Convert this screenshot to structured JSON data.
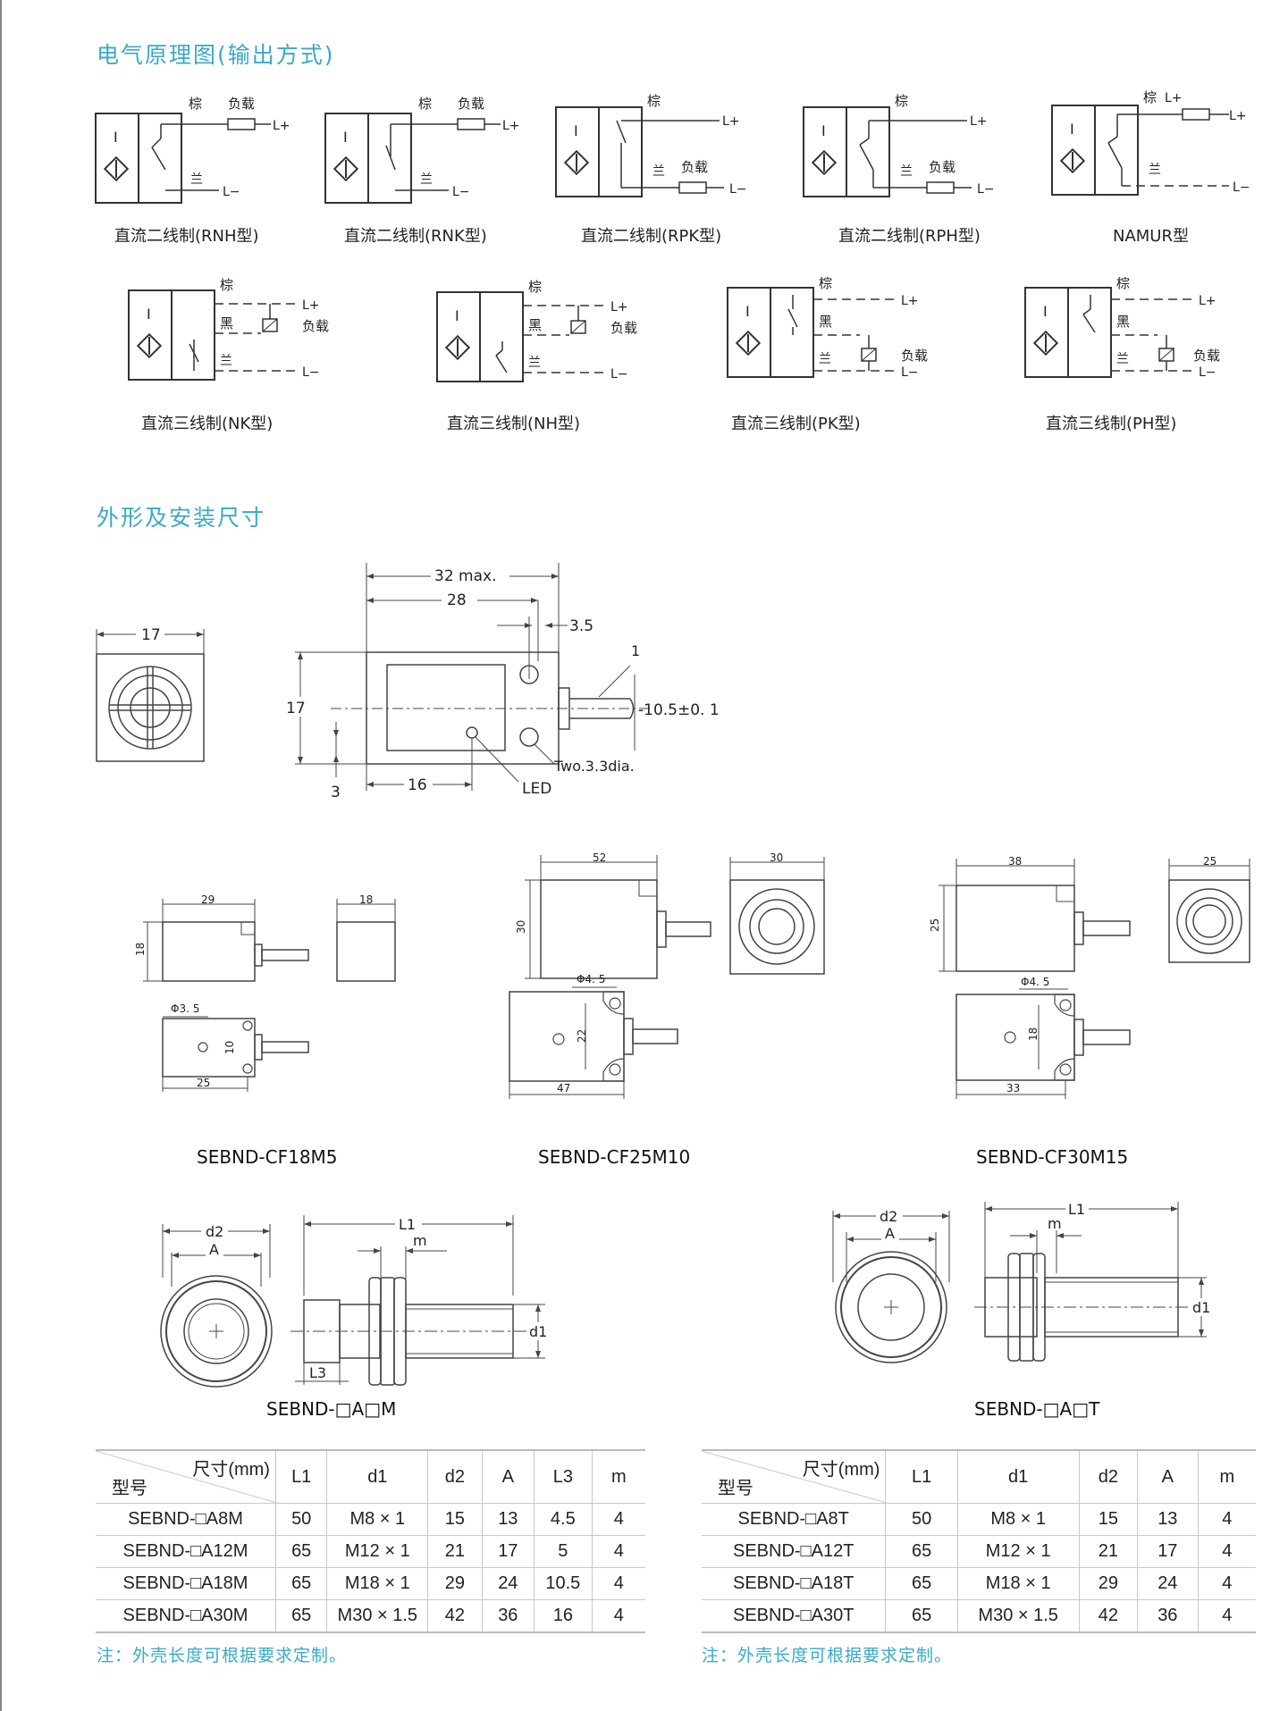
{
  "sections": {
    "wiring_title": "电气原理图(输出方式)",
    "dims_title": "外形及安装尺寸"
  },
  "wiring": {
    "labels": {
      "brown": "棕",
      "black": "黑",
      "blue": "兰",
      "load": "负载",
      "lplus": "L+",
      "lminus": "L−",
      "sensor": "I"
    },
    "captions": [
      "直流二线制(RNH型)",
      "直流二线制(RNK型)",
      "直流二线制(RPK型)",
      "直流二线制(RPH型)",
      "NAMUR型",
      "直流三线制(NK型)",
      "直流三线制(NH型)",
      "直流三线制(PK型)",
      "直流三线制(PH型)"
    ]
  },
  "main_drawing": {
    "width_front": "17",
    "len_max": "32 max.",
    "len": "28",
    "hole_offset": "3.5",
    "cable_no": "1",
    "height": "17",
    "hole_pitch": "-10.5±0. 1",
    "holes": "Two.3.3dia.",
    "led_offset": "16",
    "led_low": "3",
    "led": "LED"
  },
  "models": {
    "cf18": {
      "name": "SEBND-CF18M5",
      "len": "29",
      "side": "18",
      "height": "18",
      "hole": "Φ3. 5",
      "pitch": "10",
      "base": "25"
    },
    "cf25": {
      "name": "SEBND-CF25M10",
      "len": "52",
      "side": "30",
      "height": "30",
      "hole": "Φ4. 5",
      "pitch": "22",
      "base": "47"
    },
    "cf30": {
      "name": "SEBND-CF30M15",
      "len": "38",
      "side": "25",
      "height": "25",
      "hole": "Φ4. 5",
      "pitch": "18",
      "base": "33"
    },
    "am": {
      "name": "SEBND-□A□M",
      "d2": "d2",
      "a": "A",
      "l1": "L1",
      "m": "m",
      "d1": "d1",
      "l3": "L3"
    },
    "at": {
      "name": "SEBND-□A□T",
      "d2": "d2",
      "a": "A",
      "l1": "L1",
      "m": "m",
      "d1": "d1"
    }
  },
  "table_m": {
    "corner_top": "尺寸(mm)",
    "corner_bottom": "型号",
    "headers": [
      "L1",
      "d1",
      "d2",
      "A",
      "L3",
      "m"
    ],
    "rows": [
      [
        "SEBND-□A8M",
        "50",
        "M8 × 1",
        "15",
        "13",
        "4.5",
        "4"
      ],
      [
        "SEBND-□A12M",
        "65",
        "M12 × 1",
        "21",
        "17",
        "5",
        "4"
      ],
      [
        "SEBND-□A18M",
        "65",
        "M18 × 1",
        "29",
        "24",
        "10.5",
        "4"
      ],
      [
        "SEBND-□A30M",
        "65",
        "M30 × 1.5",
        "42",
        "36",
        "16",
        "4"
      ]
    ],
    "note": "注：外壳长度可根据要求定制。"
  },
  "table_t": {
    "corner_top": "尺寸(mm)",
    "corner_bottom": "型号",
    "headers": [
      "L1",
      "d1",
      "d2",
      "A",
      "m"
    ],
    "rows": [
      [
        "SEBND-□A8T",
        "50",
        "M8 × 1",
        "15",
        "13",
        "4"
      ],
      [
        "SEBND-□A12T",
        "65",
        "M12 × 1",
        "21",
        "17",
        "4"
      ],
      [
        "SEBND-□A18T",
        "65",
        "M18 × 1",
        "29",
        "24",
        "4"
      ],
      [
        "SEBND-□A30T",
        "65",
        "M30 × 1.5",
        "42",
        "36",
        "4"
      ]
    ],
    "note": "注：外壳长度可根据要求定制。"
  }
}
